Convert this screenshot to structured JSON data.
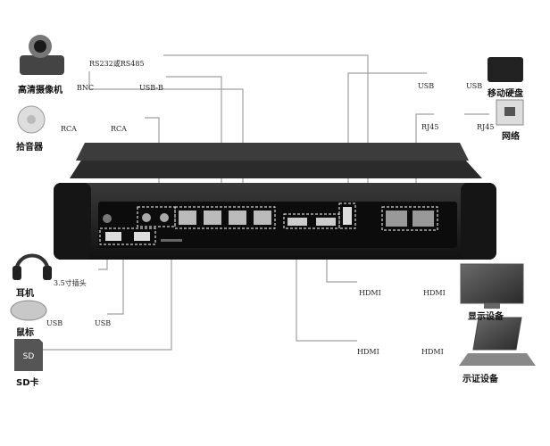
{
  "devices": {
    "camera": "高清摄像机",
    "mic": "拾音器",
    "headphone": "耳机",
    "mouse": "鼠标",
    "sd": "SD卡",
    "sd_chip": "SD",
    "hdd": "移动硬盘",
    "network": "网络",
    "display": "显示设备",
    "laptop": "示证设备"
  },
  "connectors": {
    "rs": "RS232或RS485",
    "bnc": "BNC",
    "usb_b": "USB-B",
    "rca_left": "RCA",
    "rca_right": "RCA",
    "jack": "3.5寸插头",
    "mouse_usb_left": "USB",
    "mouse_usb_right": "USB",
    "hdd_usb_left": "USB",
    "hdd_usb_right": "USB",
    "rj45_left": "RJ45",
    "rj45_right": "RJ45",
    "hdmi1_left": "HDMI",
    "hdmi1_right": "HDMI",
    "hdmi2_left": "HDMI",
    "hdmi2_right": "HDMI"
  },
  "colors": {
    "case": "#1c1c1c",
    "line": "#9a9a9a"
  }
}
